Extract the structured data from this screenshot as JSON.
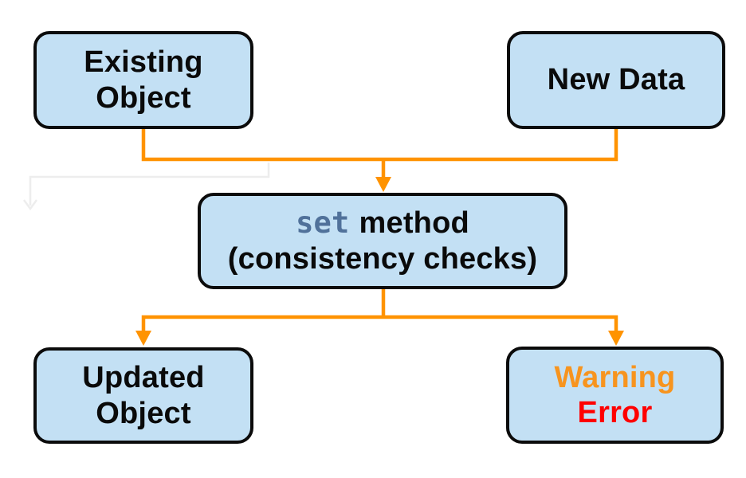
{
  "diagram": {
    "nodes": {
      "existing": {
        "label": "Existing\nObject"
      },
      "new_data": {
        "label": "New Data"
      },
      "set_method": {
        "keyword": "set",
        "rest": "method",
        "line2": "(consistency checks)"
      },
      "updated": {
        "label": "Updated\nObject"
      },
      "warning_error": {
        "warning": "Warning",
        "error": "Error"
      }
    },
    "colors": {
      "node_fill": "#c3e0f4",
      "node_border": "#0b0b0b",
      "connector": "#ff9300",
      "set_keyword": "#50719a",
      "warning_text": "#f7941e",
      "error_text": "#ff0000",
      "ghost_connector": "#ededed"
    }
  }
}
